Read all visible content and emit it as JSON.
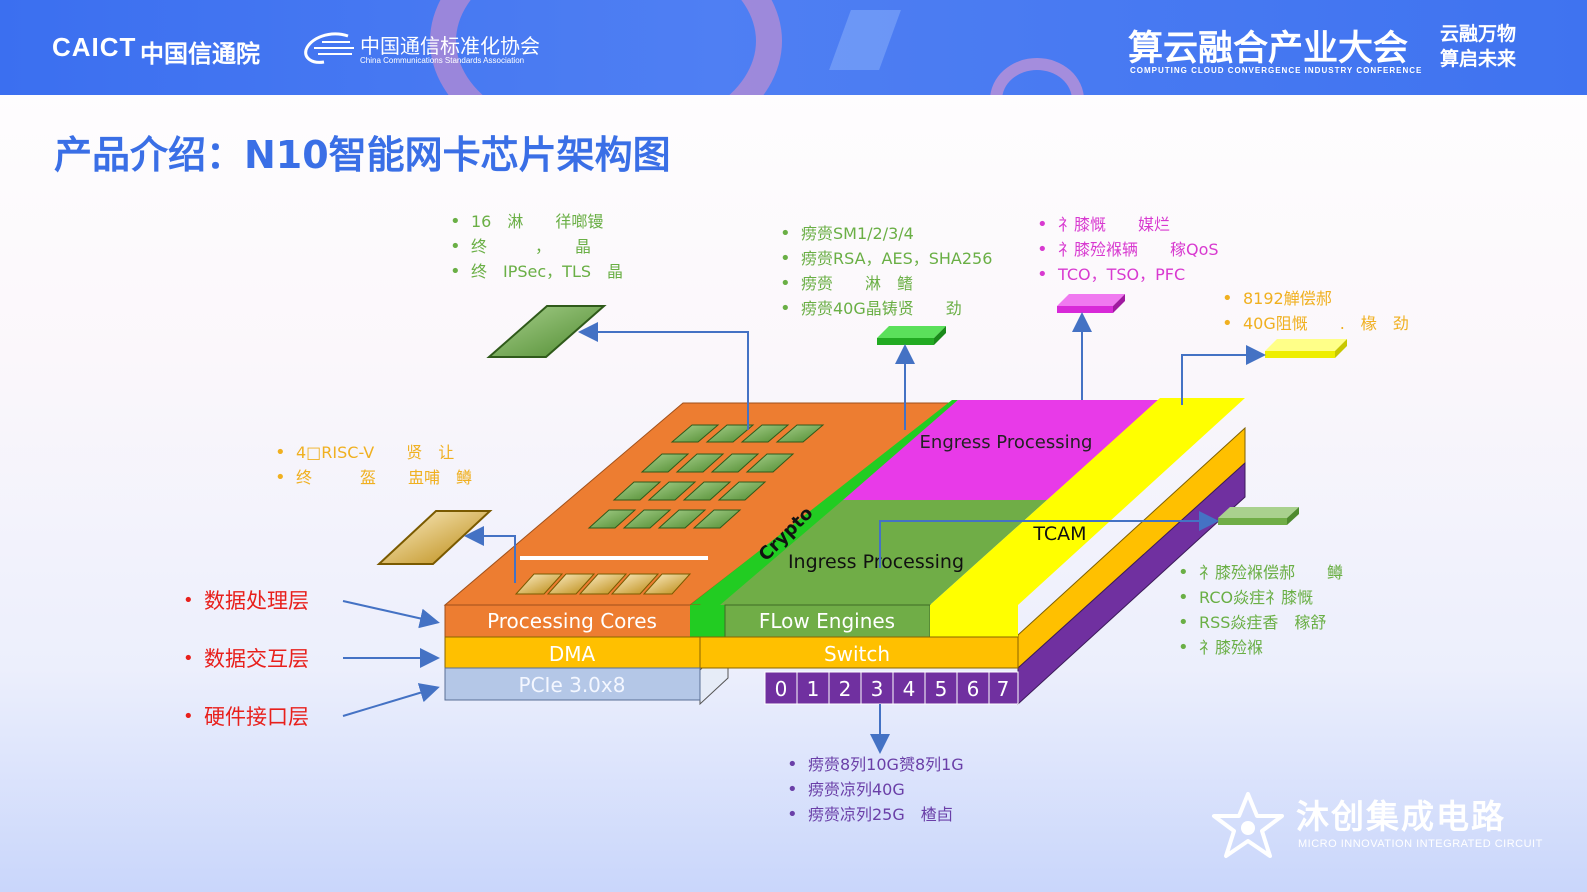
{
  "header": {
    "caict_logo": "CAICT",
    "caict_name": "中国信通院",
    "ccsa_name": "中国通信标准化协会",
    "ccsa_en": "China Communications Standards Association",
    "conference_title": "算云融合产业大会",
    "conference_en": "COMPUTING CLOUD CONVERGENCE INDUSTRY CONFERENCE",
    "slogan_line1": "云融万物",
    "slogan_line2": "算启未来"
  },
  "page": {
    "title": "产品介绍：N10智能网卡芯片架构图"
  },
  "diagram": {
    "blocks": {
      "processing_cores": "Processing Cores",
      "flow_engines": "FLow Engines",
      "dma": "DMA",
      "switch": "Switch",
      "pcie": "PCIe 3.0x8",
      "crypto": "Crypto",
      "ingress": "Ingress Processing",
      "engress": "Engress Processing",
      "tcam": "TCAM",
      "ports": [
        "0",
        "1",
        "2",
        "3",
        "4",
        "5",
        "6",
        "7"
      ]
    },
    "layers": [
      "数据处理层",
      "数据交互层",
      "硬件接口层"
    ],
    "annotations": {
      "cores_top": [
        "16　淋　　徉啷镘",
        "终　　　，　　晶",
        "终　IPSec，TLS　晶"
      ],
      "crypto": [
        "痨赍SM1/2/3/4",
        "痨赍RSA，AES，SHA256",
        "痨赍　　淋　鳍",
        "痨赍40G晶铸贤　　劲"
      ],
      "engress": [
        "礻膝慨　　媒烂",
        "礻膝殓褓辆　　稼QoS",
        "TCO，TSO，PFC"
      ],
      "tcam_yellow": [
        "8192觯偿郝",
        "40G阻慨　　.　椽　劲"
      ],
      "riscv": [
        "4□RISC-V　　贤　让",
        "终　　　盔　　盅哺　鳟"
      ],
      "flow": [
        "礻膝殓褓偿郝　　鳟",
        "RCO焱疰礻膝慨",
        "RSS焱疰香　稼舒",
        "礻膝殓褓"
      ],
      "ports": [
        "痨赍8列10G赟8列1G",
        "痨赍凉列40G",
        "痨赍凉列25G　楂卣"
      ]
    }
  },
  "brand": {
    "name": "沐创集成电路",
    "en": "MICRO INNOVATION INTEGRATED CIRCUIT"
  },
  "colors": {
    "title_blue": "#3a6fe6",
    "orange": "#ed7d31",
    "yellow": "#ffff00",
    "gold": "#ffc000",
    "magenta": "#e83ae8",
    "green": "#70ad47",
    "bright_green": "#22cc22",
    "purple": "#7030a0",
    "pcie_blue": "#b4c7e7",
    "arrow_blue": "#4472c4"
  }
}
